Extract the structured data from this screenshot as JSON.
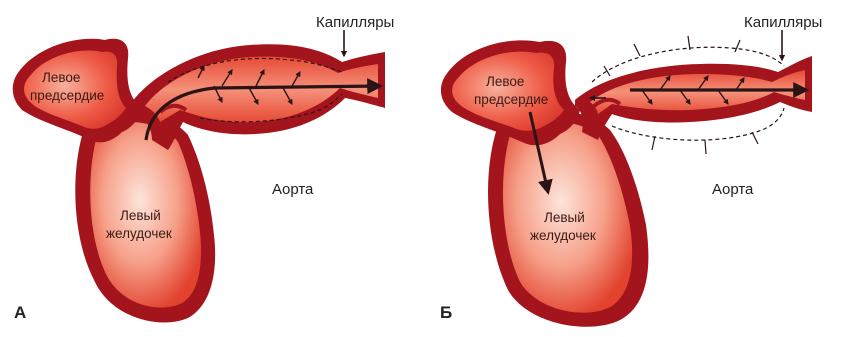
{
  "panels": [
    {
      "letter": "А",
      "capillaries": "Капилляры",
      "atrium": [
        "Левое",
        "предсердие"
      ],
      "ventricle": [
        "Левый",
        "желудочек"
      ],
      "aorta": "Аорта"
    },
    {
      "letter": "Б",
      "capillaries": "Капилляры",
      "atrium": [
        "Левое",
        "предсердие"
      ],
      "ventricle": [
        "Левый",
        "желудочек"
      ],
      "aorta": "Аорта"
    }
  ],
  "colors": {
    "wall": "#a3141c",
    "wall_dark": "#6e0a10",
    "chamber_light": "#fde4da",
    "chamber_mid": "#f6937a",
    "chamber_deep": "#e2432f",
    "arrow": "#2a1416"
  }
}
